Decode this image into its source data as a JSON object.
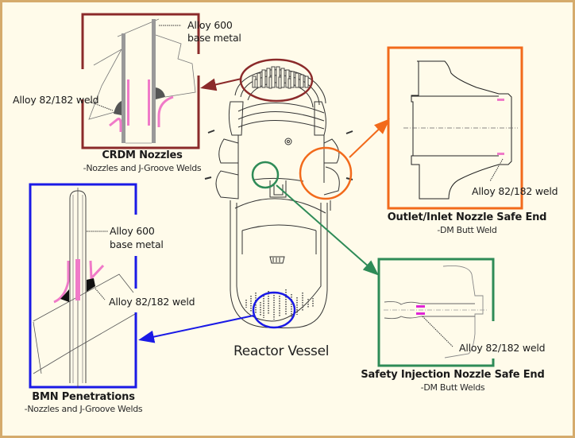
{
  "diagram": {
    "center_label": "Reactor Vessel",
    "colors": {
      "background": "#fffbea",
      "frame": "#d5ab6c",
      "crdm": "#8b2a2a",
      "outlet": "#f26a1b",
      "bmn": "#1a1ae6",
      "safety": "#2e8b57",
      "weld_highlight": "#f07ac8"
    },
    "callouts": {
      "crdm": {
        "title": "CRDM Nozzles",
        "subtitle": "-Nozzles and J-Groove Welds",
        "label_base": "Alloy 600",
        "label_base2": "base metal",
        "label_weld": "Alloy 82/182 weld"
      },
      "outlet": {
        "title": "Outlet/Inlet Nozzle Safe End",
        "subtitle": "-DM Butt Weld",
        "label_weld": "Alloy 82/182 weld"
      },
      "bmn": {
        "title": "BMN Penetrations",
        "subtitle": "-Nozzles and J-Groove Welds",
        "label_base": "Alloy 600",
        "label_base2": "base metal",
        "label_weld": "Alloy 82/182 weld"
      },
      "safety": {
        "title": "Safety Injection Nozzle Safe End",
        "subtitle": "-DM Butt Welds",
        "label_weld": "Alloy 82/182 weld"
      }
    }
  }
}
